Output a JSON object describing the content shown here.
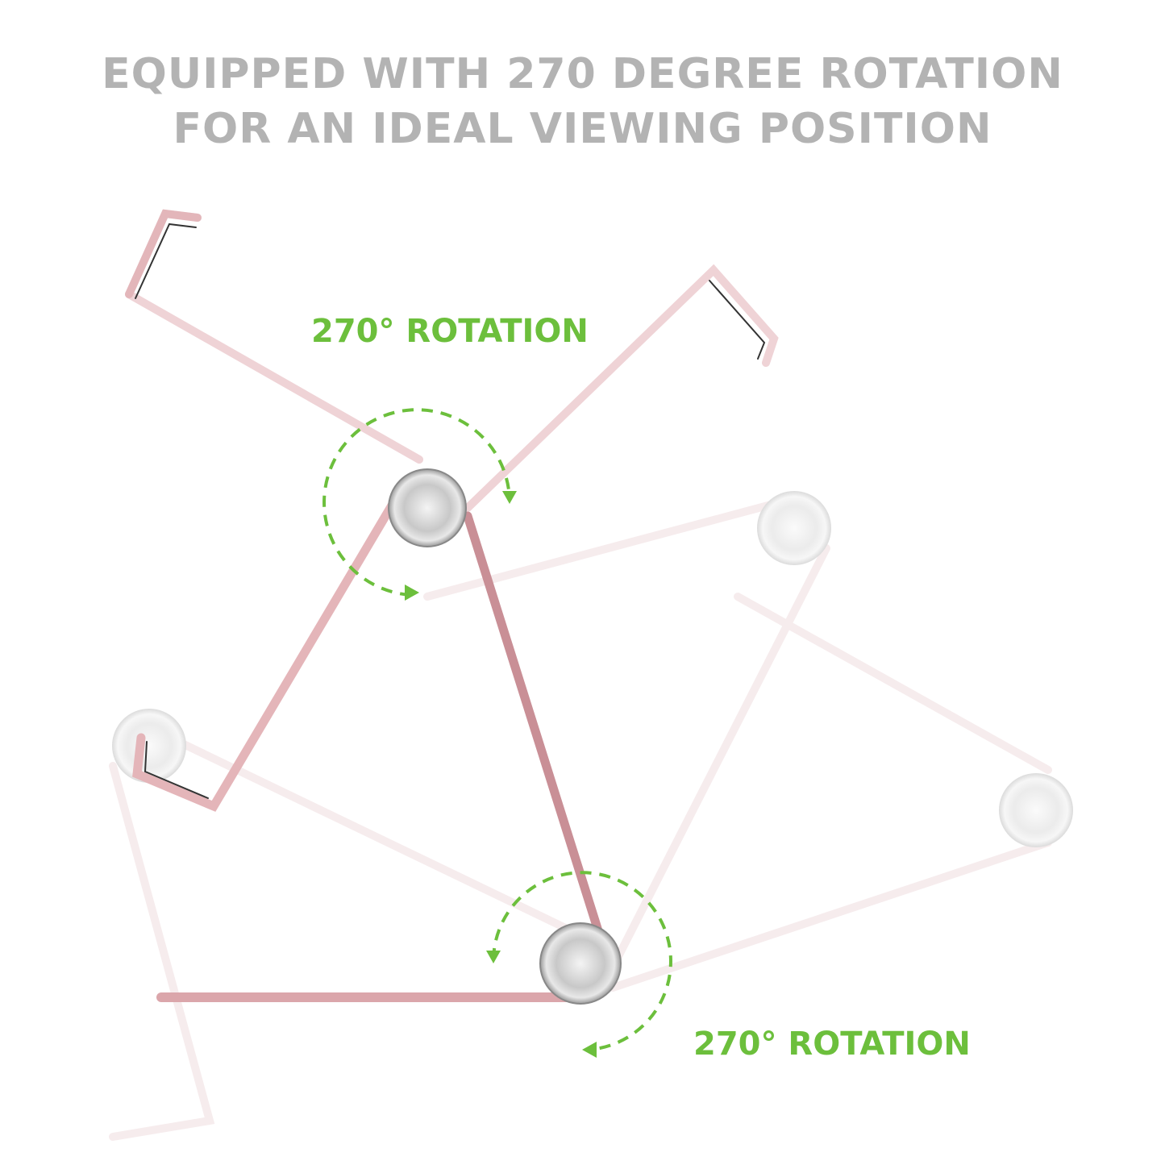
{
  "headline": {
    "line1": "EQUIPPED WITH 270 DEGREE ROTATION",
    "line2": "FOR AN IDEAL VIEWING POSITION"
  },
  "labels": {
    "top": "270° ROTATION",
    "bottom": "270° ROTATION"
  },
  "colors": {
    "accent": "#6cbf3c",
    "headline": "#b3b3b3",
    "stand": "#d9a3a8"
  }
}
